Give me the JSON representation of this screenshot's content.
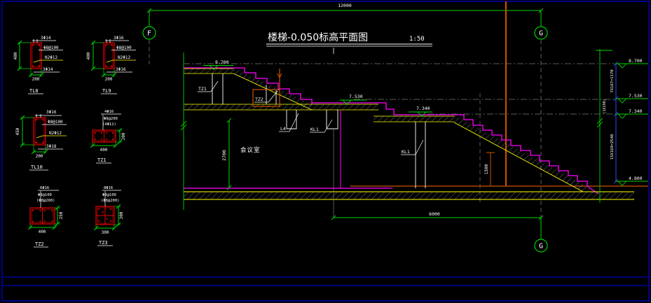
{
  "title_block": {
    "title": "楼梯-0.050标高平面图",
    "scale": "1:50"
  },
  "grid": {
    "f_label": "F",
    "g_label_top": "G",
    "g_label_bottom": "G",
    "top_dim": "12000",
    "bottom_dim": "6000"
  },
  "elevations": {
    "plan_top": "8.700",
    "plan_mid": "7.530",
    "plan_low": "7.340",
    "right_1": "8.700",
    "right_2": "7.530",
    "right_3": "7.340",
    "right_4": "4.800",
    "risers_upper": "7X167=1170",
    "risers_mid": "(1X190)",
    "risers_lower": "15X169=2540",
    "room_height": "2700",
    "orange_dim": "1500"
  },
  "labels": {
    "room": "会议室",
    "tz1": "TZ1",
    "tz2": "TZ2",
    "l4": "L4",
    "kl1_a": "KL1",
    "kl1_b": "KL1"
  },
  "sections": [
    {
      "name": "TL8",
      "top_bar": "3Φ14",
      "stirrup": "Φ8@100",
      "waist_bar": "N2Φ12",
      "bottom_bar": "3Φ14",
      "width": "200",
      "height": "400"
    },
    {
      "name": "TL9",
      "top_bar": "3Φ16",
      "stirrup": "Φ8@100",
      "waist_bar": "N2Φ12",
      "bottom_bar": "3Φ16",
      "width": "200",
      "height": "400"
    },
    {
      "name": "TL10",
      "top_bar": "3Φ16",
      "stirrup": "Φ8@100",
      "waist_bar": "N2Φ12",
      "bottom_bar": "3Φ18",
      "width": "200",
      "height": "450"
    },
    {
      "name": "TZ1",
      "note1": "4Φ16",
      "note2": "Φ8@200",
      "note3": "(4Φ12)",
      "width": "400",
      "height": "200"
    },
    {
      "name": "TZ2",
      "note1": "6Φ16",
      "note2": "Φ8@100",
      "note3": "(Φ8@200)",
      "width": "400",
      "height": "250"
    },
    {
      "name": "TZ3",
      "note1": "8Φ16",
      "note2": "Φ8@100",
      "note3": "(Φ8@200)",
      "width": "300",
      "height": "300"
    }
  ],
  "colors": {
    "background": "#000000",
    "frame_blue": "#0000bb",
    "cad_green": "#00d400",
    "cad_magenta": "#ff00ff",
    "cad_yellow": "#ffff00",
    "cad_red": "#e00000",
    "markup_orange": "#cc5200",
    "dim_blue": "#3344ee",
    "grid_gray": "#787878"
  }
}
